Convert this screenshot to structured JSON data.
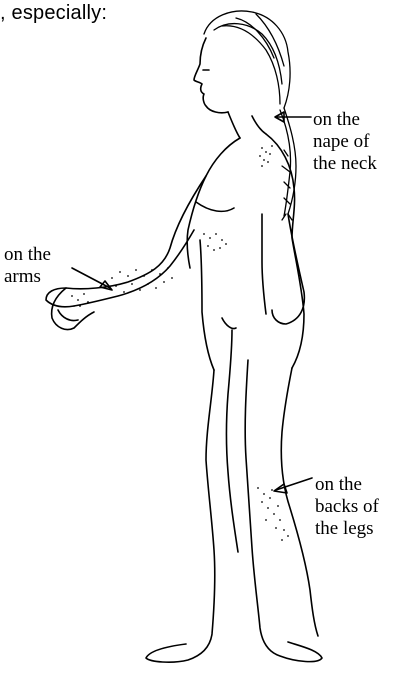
{
  "intro_text": ", especially:",
  "labels": {
    "neck": [
      "on the",
      "nape of",
      "the neck"
    ],
    "arms": [
      "on the",
      "arms"
    ],
    "legs": [
      "on the",
      "backs of",
      "the legs"
    ]
  },
  "colors": {
    "ink": "#000000",
    "background": "#ffffff"
  }
}
